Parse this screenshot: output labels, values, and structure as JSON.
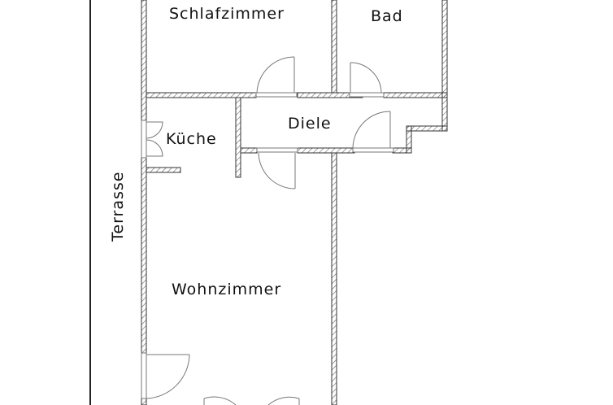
{
  "plan": {
    "rooms": [
      {
        "id": "schlafzimmer",
        "label": "Schlafzimmer"
      },
      {
        "id": "bad",
        "label": "Bad"
      },
      {
        "id": "diele",
        "label": "Diele"
      },
      {
        "id": "kueche",
        "label": "Küche"
      },
      {
        "id": "wohnzimmer",
        "label": "Wohnzimmer"
      }
    ],
    "outside": {
      "label": "Terrasse"
    },
    "colors": {
      "wall_line": "#333333",
      "hatch": "#555555",
      "door": "#888888",
      "background": "#ffffff"
    }
  }
}
